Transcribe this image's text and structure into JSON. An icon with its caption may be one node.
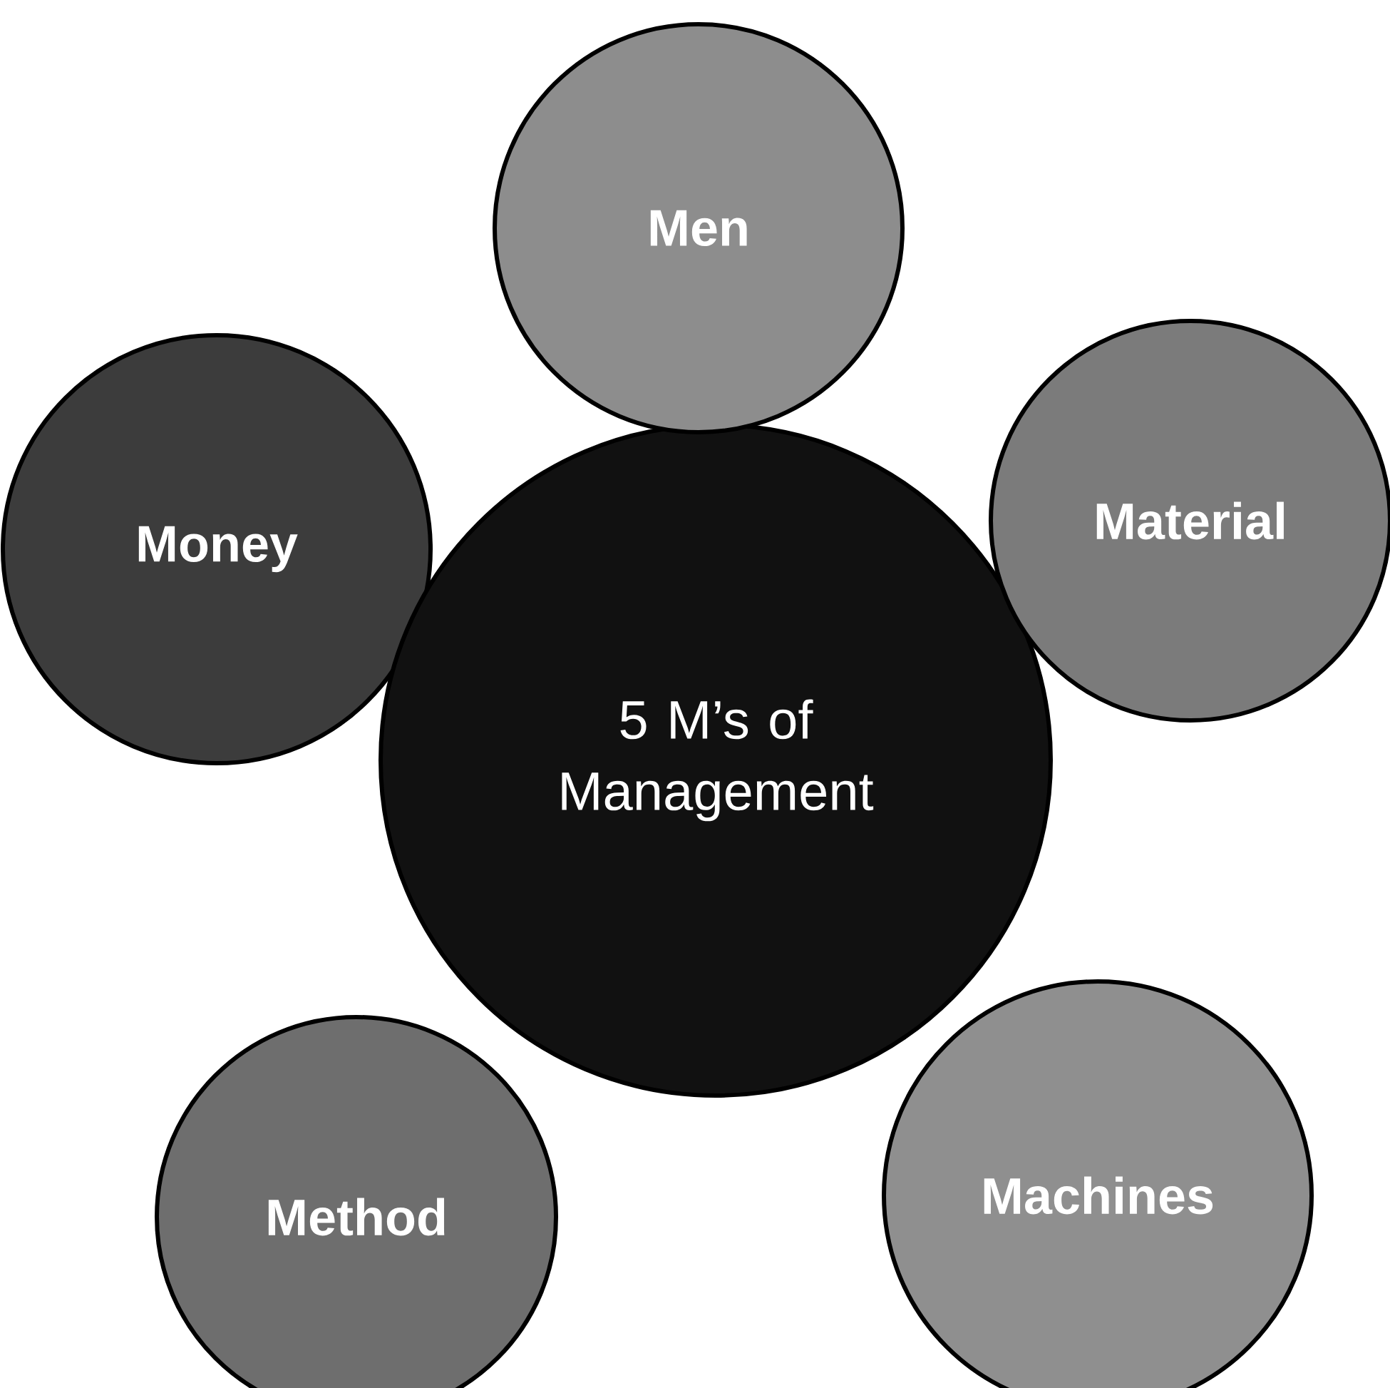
{
  "diagram": {
    "nodes": [
      {
        "text": [
          "Men"
        ]
      },
      {
        "text": [
          "Money"
        ]
      },
      {
        "text": [
          "Material"
        ]
      },
      {
        "text": [
          "5 M’s of Management"
        ]
      },
      {
        "text": [
          "Method"
        ]
      },
      {
        "text": [
          "Machines"
        ]
      }
    ]
  }
}
